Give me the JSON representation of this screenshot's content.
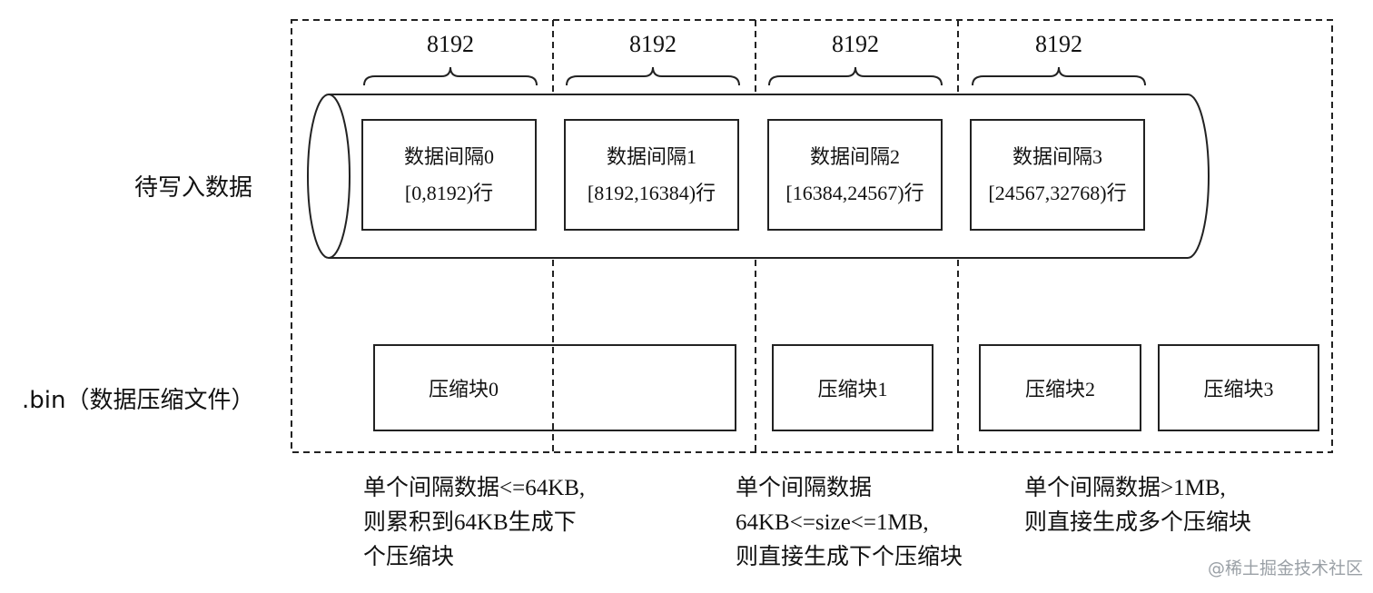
{
  "counts": [
    "8192",
    "8192",
    "8192",
    "8192"
  ],
  "side_labels": {
    "input": "待写入数据",
    "bin": ".bin（数据压缩文件）"
  },
  "intervals": [
    {
      "title": "数据间隔0",
      "range": "[0,8192)行"
    },
    {
      "title": "数据间隔1",
      "range": "[8192,16384)行"
    },
    {
      "title": "数据间隔2",
      "range": "[16384,24567)行"
    },
    {
      "title": "数据间隔3",
      "range": "[24567,32768)行"
    }
  ],
  "blocks": [
    "压缩块0",
    "压缩块1",
    "压缩块2",
    "压缩块3"
  ],
  "notes": [
    [
      "单个间隔数据<=64KB,",
      "则累积到64KB生成下",
      "个压缩块"
    ],
    [
      "单个间隔数据",
      "64KB<=size<=1MB,",
      "则直接生成下个压缩块"
    ],
    [
      "单个间隔数据>1MB,",
      "则直接生成多个压缩块"
    ]
  ],
  "watermark": "@稀土掘金技术社区"
}
